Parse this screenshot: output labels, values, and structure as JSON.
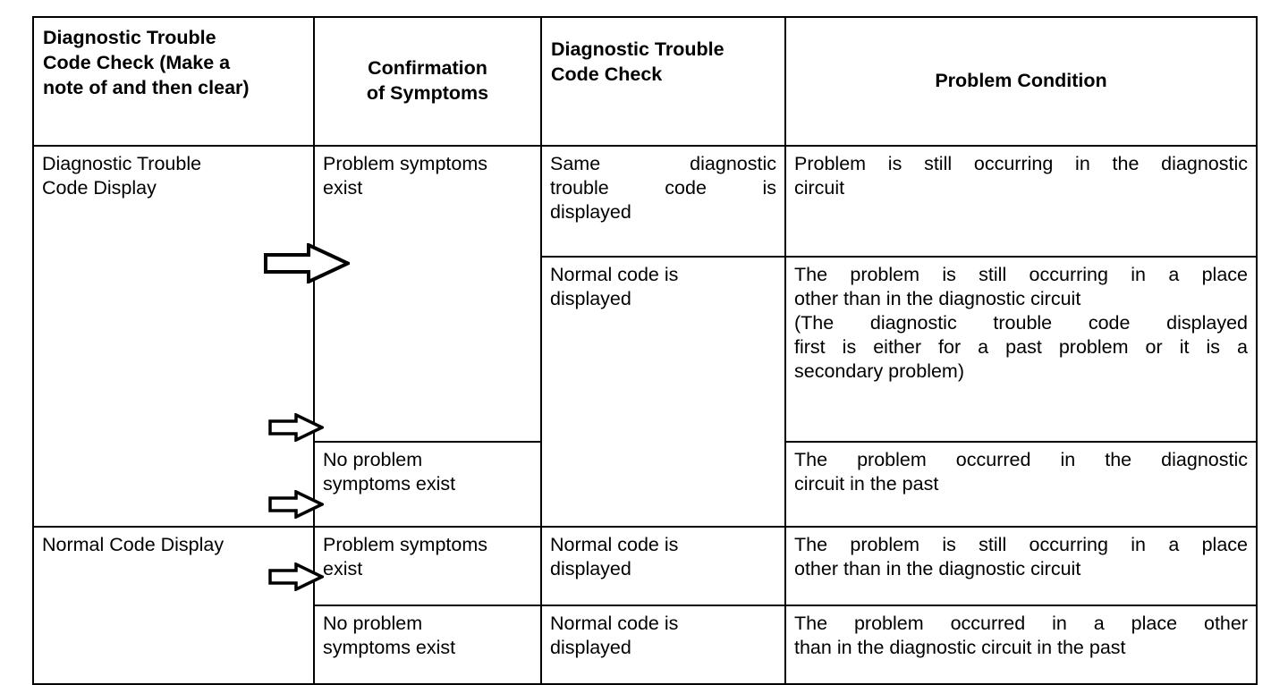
{
  "table": {
    "headers": [
      "Diagnostic Trouble Code Check (Make a note of and then clear)",
      "Confirmation of Symptoms",
      "Diagnostic Trouble Code Check",
      "Problem Condition"
    ],
    "header_lines": {
      "col1": [
        "Diagnostic Trouble",
        "Code Check (Make a",
        "note of and then clear)"
      ],
      "col2": [
        "Confirmation",
        "of Symptoms"
      ],
      "col3": [
        "Diagnostic Trouble",
        "Code Check"
      ],
      "col4": [
        "Problem Condition"
      ]
    },
    "rows": [
      {
        "dtc_check": "Diagnostic Trouble Code Display",
        "confirmation": "Problem symptoms exist",
        "dtc_recheck": "Same diagnostic trouble code is displayed",
        "problem_condition": "Problem is still occurring in the diagnostic circuit"
      },
      {
        "dtc_check": "",
        "confirmation": "",
        "dtc_recheck": "Normal code is displayed",
        "problem_condition": "The problem is still occurring in a place other than in the diagnostic circuit (The diagnostic trouble code displayed first is either for a past problem or it is a secondary problem)"
      },
      {
        "dtc_check": "",
        "confirmation": "No problem symptoms exist",
        "dtc_recheck": "",
        "problem_condition": "The problem occurred in the diagnostic circuit in the past"
      },
      {
        "dtc_check": "Normal Code Display",
        "confirmation": "Problem symptoms exist",
        "dtc_recheck": "Normal code is displayed",
        "problem_condition": "The problem is still occurring in a place other than in the diagnostic circuit"
      },
      {
        "dtc_check": "",
        "confirmation": "No problem symptoms exist",
        "dtc_recheck": "Normal code is displayed",
        "problem_condition": "The problem occurred in a place other than in the diagnostic circuit in the past"
      }
    ],
    "cell_lines": {
      "r1c1": [
        "Diagnostic Trouble",
        "Code Display"
      ],
      "r1c2": [
        "Problem symptoms",
        "exist"
      ],
      "r1c3": [
        "Same diagnostic",
        "trouble code is",
        "displayed"
      ],
      "r1c4": [
        "Problem is still occurring in the diagnostic",
        "circuit"
      ],
      "r2c3": [
        "Normal code is",
        "displayed"
      ],
      "r2c4": [
        "The problem is still occurring in a place",
        "other than in the diagnostic circuit",
        "(The diagnostic trouble code displayed",
        "first is either for a past problem or it is a",
        "secondary problem)"
      ],
      "r3c2": [
        "No problem",
        "symptoms exist"
      ],
      "r3c4": [
        "The problem occurred in the diagnostic",
        "circuit in the past"
      ],
      "r4c1": [
        "Normal Code Display"
      ],
      "r4c2": [
        "Problem symptoms",
        "exist"
      ],
      "r4c3": [
        "Normal code is",
        "displayed"
      ],
      "r4c4": [
        "The problem is still occurring in a place",
        "other than in the diagnostic circuit"
      ],
      "r5c2": [
        "No problem",
        "symptoms exist"
      ],
      "r5c3": [
        "Normal code is",
        "displayed"
      ],
      "r5c4": [
        "The problem occurred in a place other",
        "than in the diagnostic circuit in the past"
      ]
    }
  },
  "annotations": {
    "arrows": [
      {
        "name": "flow-arrow-large",
        "points_to": "Problem symptoms exist"
      },
      {
        "name": "flow-arrow-no-problem-1",
        "points_to": "No problem symptoms exist"
      },
      {
        "name": "flow-arrow-problem-symptoms-2",
        "points_to": "Problem symptoms exist"
      },
      {
        "name": "flow-arrow-no-problem-2",
        "points_to": "No problem symptoms exist"
      }
    ]
  },
  "colors": {
    "border": "#000000",
    "text": "#000000",
    "background": "#ffffff"
  }
}
